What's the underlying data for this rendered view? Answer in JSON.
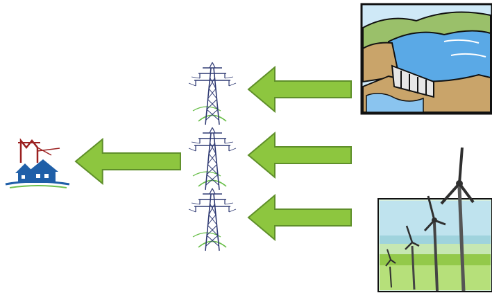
{
  "diagram": {
    "sources": [
      {
        "id": "hydro",
        "icon": "hydroelectric-dam-icon"
      },
      {
        "id": "wind",
        "icon": "wind-turbines-icon"
      }
    ],
    "transmission_towers": [
      {
        "icon": "transmission-tower-icon"
      },
      {
        "icon": "transmission-tower-icon"
      },
      {
        "icon": "transmission-tower-icon"
      }
    ],
    "destination": {
      "icon": "substation-house-icon"
    },
    "flow_direction": "right-to-left",
    "colors": {
      "arrow_fill": "#8dc63f",
      "arrow_stroke": "#5f8f2a",
      "tower_line": "#2f3a73",
      "tower_arc": "#6abf4b",
      "house_blue": "#1f5fa8",
      "substation_red": "#9b2020",
      "water_blue": "#5aa9e6",
      "dam_hill": "#c9a46a",
      "sky_mint": "#d8f0e0",
      "wind_field_green": "#93c94a"
    }
  }
}
